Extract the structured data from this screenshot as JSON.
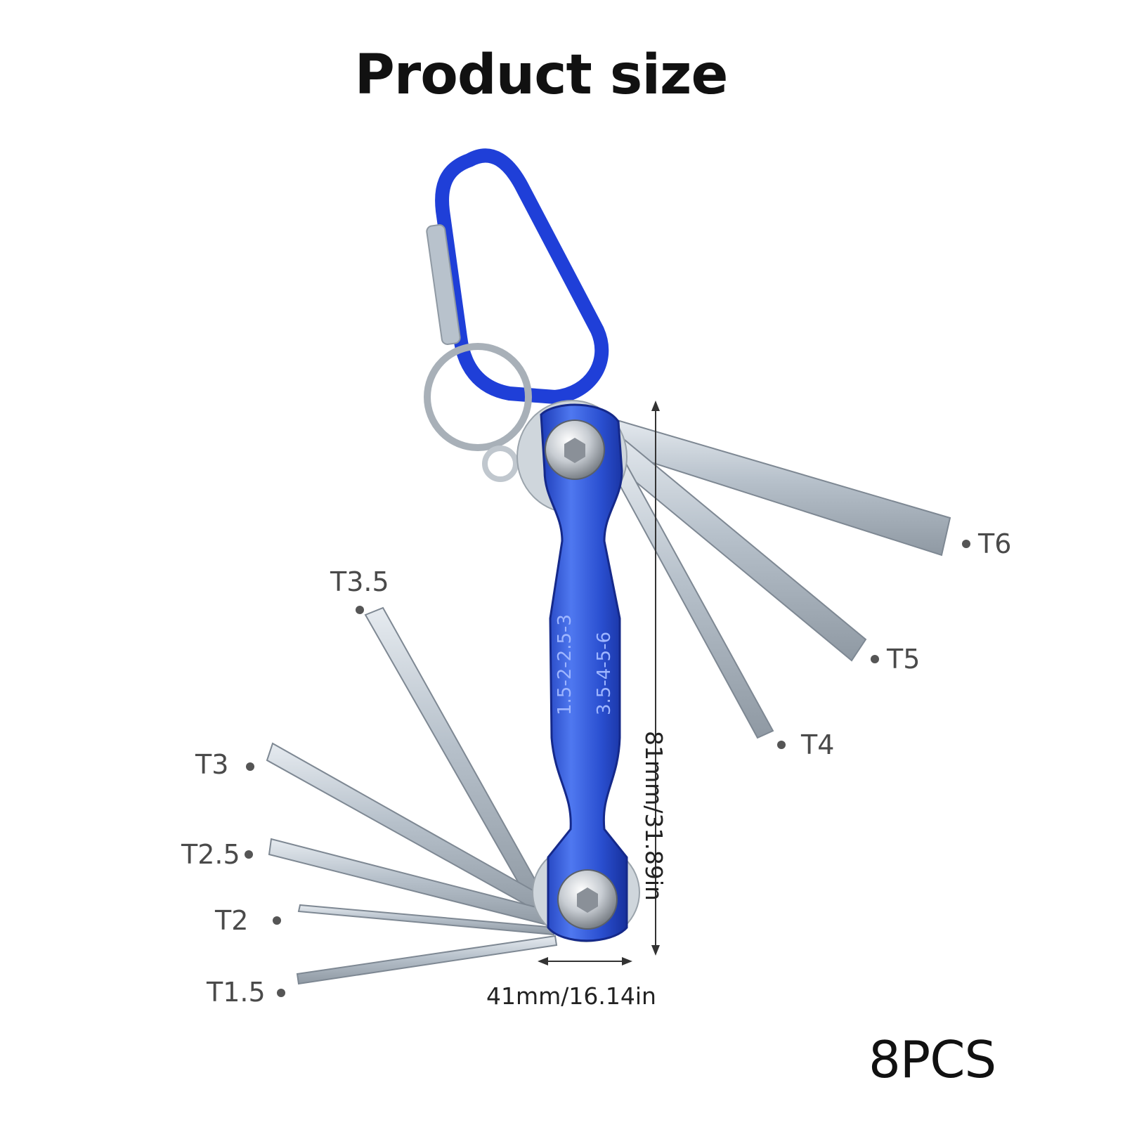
{
  "title": "Product size",
  "quantity": "8PCS",
  "dimensions": {
    "width": "41mm/16.14in",
    "height": "81mm/31.89in"
  },
  "handle_markings": {
    "row1": "1.5-2-2.5-3",
    "row2": "3.5-4-5-6"
  },
  "keys": [
    {
      "label": "T1.5"
    },
    {
      "label": "T2"
    },
    {
      "label": "T2.5"
    },
    {
      "label": "T3"
    },
    {
      "label": "T3.5"
    },
    {
      "label": "T4"
    },
    {
      "label": "T5"
    },
    {
      "label": "T6"
    }
  ],
  "colors": {
    "handle_blue": "#2a4fd0",
    "carabiner_blue": "#1f3fd8",
    "steel": "#b8c2cc"
  }
}
